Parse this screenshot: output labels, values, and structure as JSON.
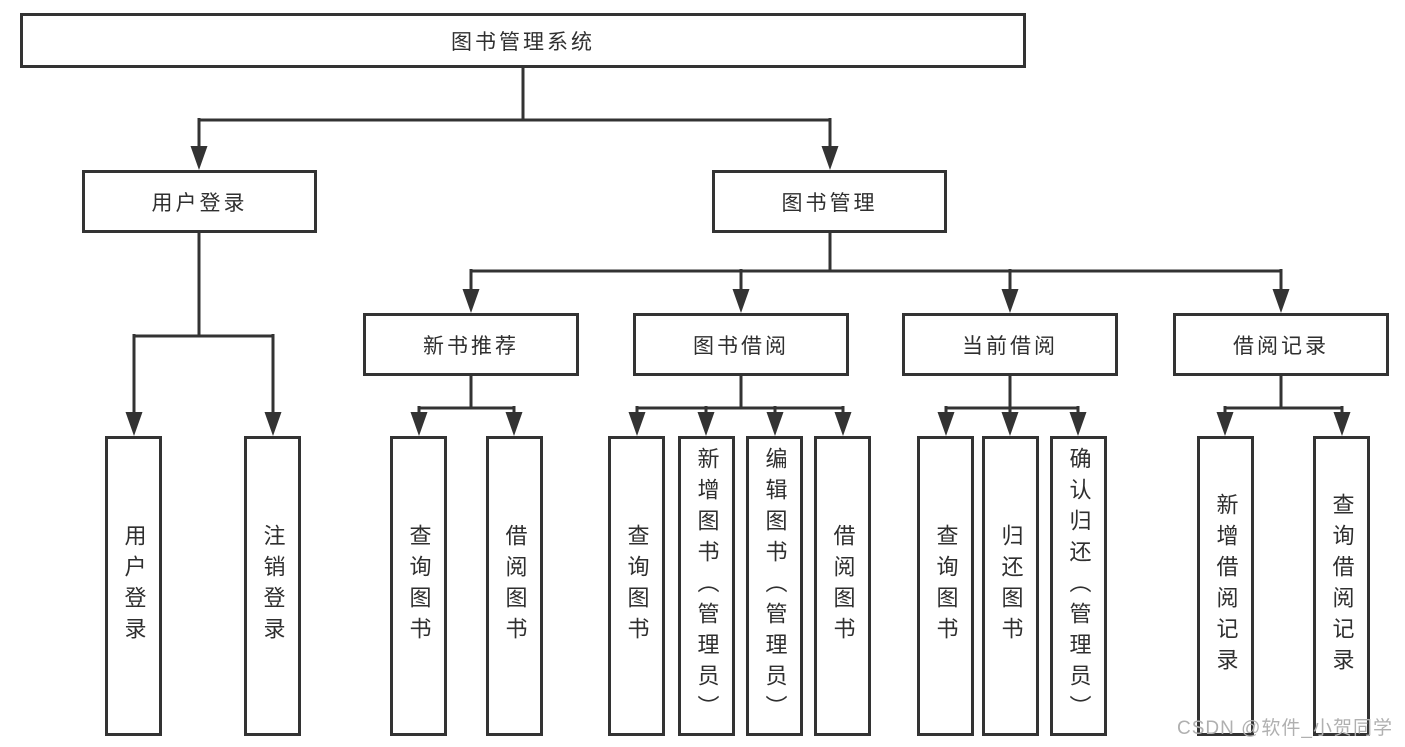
{
  "diagram": {
    "watermark": "CSDN @软件_小贺同学",
    "colors": {
      "line": "#333333",
      "box_border": "#333333",
      "text": "#2f2f2f",
      "watermark": "#b0b0b0",
      "background": "#ffffff"
    },
    "tree": {
      "label": "图书管理系统",
      "children": [
        {
          "label": "用户登录",
          "children": [
            {
              "label": "用户登录"
            },
            {
              "label": "注销登录"
            }
          ]
        },
        {
          "label": "图书管理",
          "children": [
            {
              "label": "新书推荐",
              "children": [
                {
                  "label": "查询图书"
                },
                {
                  "label": "借阅图书"
                }
              ]
            },
            {
              "label": "图书借阅",
              "children": [
                {
                  "label": "查询图书"
                },
                {
                  "label": "新增图书（管理员）"
                },
                {
                  "label": "编辑图书（管理员）"
                },
                {
                  "label": "借阅图书"
                }
              ]
            },
            {
              "label": "当前借阅",
              "children": [
                {
                  "label": "查询图书"
                },
                {
                  "label": "归还图书"
                },
                {
                  "label": "确认归还（管理员）"
                }
              ]
            },
            {
              "label": "借阅记录",
              "children": [
                {
                  "label": "新增借阅记录"
                },
                {
                  "label": "查询借阅记录"
                }
              ]
            }
          ]
        }
      ]
    }
  }
}
